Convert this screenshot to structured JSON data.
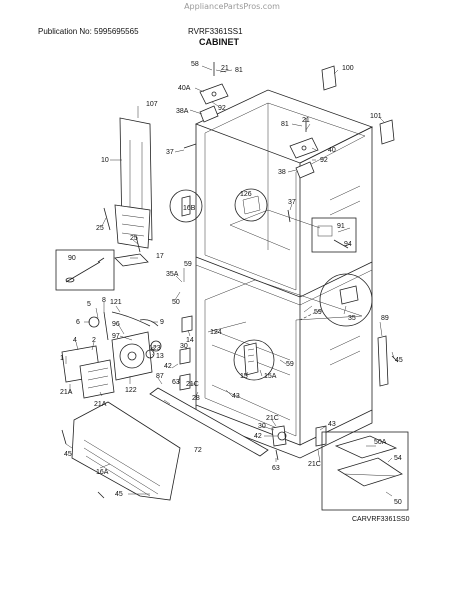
{
  "header": {
    "watermark": "AppliancePartsPros.com",
    "publication": "Publication No: 5995695565",
    "model": "RVRF3361SS1",
    "section": "CABINET"
  },
  "figure_code": "CARVRF3361SS0",
  "callouts": {
    "c58": "58",
    "c21a": "21",
    "c81a": "81",
    "c100": "100",
    "c40a": "40A",
    "c92a": "92",
    "c107": "107",
    "c38a": "38A",
    "c81b": "81",
    "c21b": "21",
    "c101": "101",
    "c37a": "37",
    "c92b": "92",
    "c40b": "40",
    "c10": "10",
    "c38b": "38",
    "c126": "126",
    "c16b": "16B",
    "c37b": "37",
    "c91": "91",
    "c25a": "25",
    "c25b": "25",
    "c94": "94",
    "c90": "90",
    "c17": "17",
    "c59a": "59",
    "c35a": "35A",
    "c50a": "50",
    "c5": "5",
    "c121": "121",
    "c8": "8",
    "c59b": "59",
    "c35b": "35",
    "c6": "6",
    "c96": "96",
    "c9": "9",
    "c97": "97",
    "c14": "14",
    "c124": "124",
    "c89": "89",
    "c123": "123",
    "c4": "4",
    "c2": "2",
    "c13": "13",
    "c30a": "30",
    "c45a": "45",
    "c1": "1",
    "c122": "122",
    "c42a": "42",
    "c63a": "63",
    "c59c": "59",
    "c15": "15",
    "c15a": "15A",
    "c87": "87",
    "c21ca": "21C",
    "c21a1": "21A",
    "c21a2": "21A",
    "c28": "28",
    "c43a": "43",
    "c72": "72",
    "c21cb": "21C",
    "c30b": "30",
    "c43b": "43",
    "c42b": "42",
    "c45b": "45",
    "c63b": "63",
    "c50ab": "50A",
    "c16a": "16A",
    "c21cc": "21C",
    "c54": "54",
    "c45c": "45",
    "c50b": "50"
  }
}
